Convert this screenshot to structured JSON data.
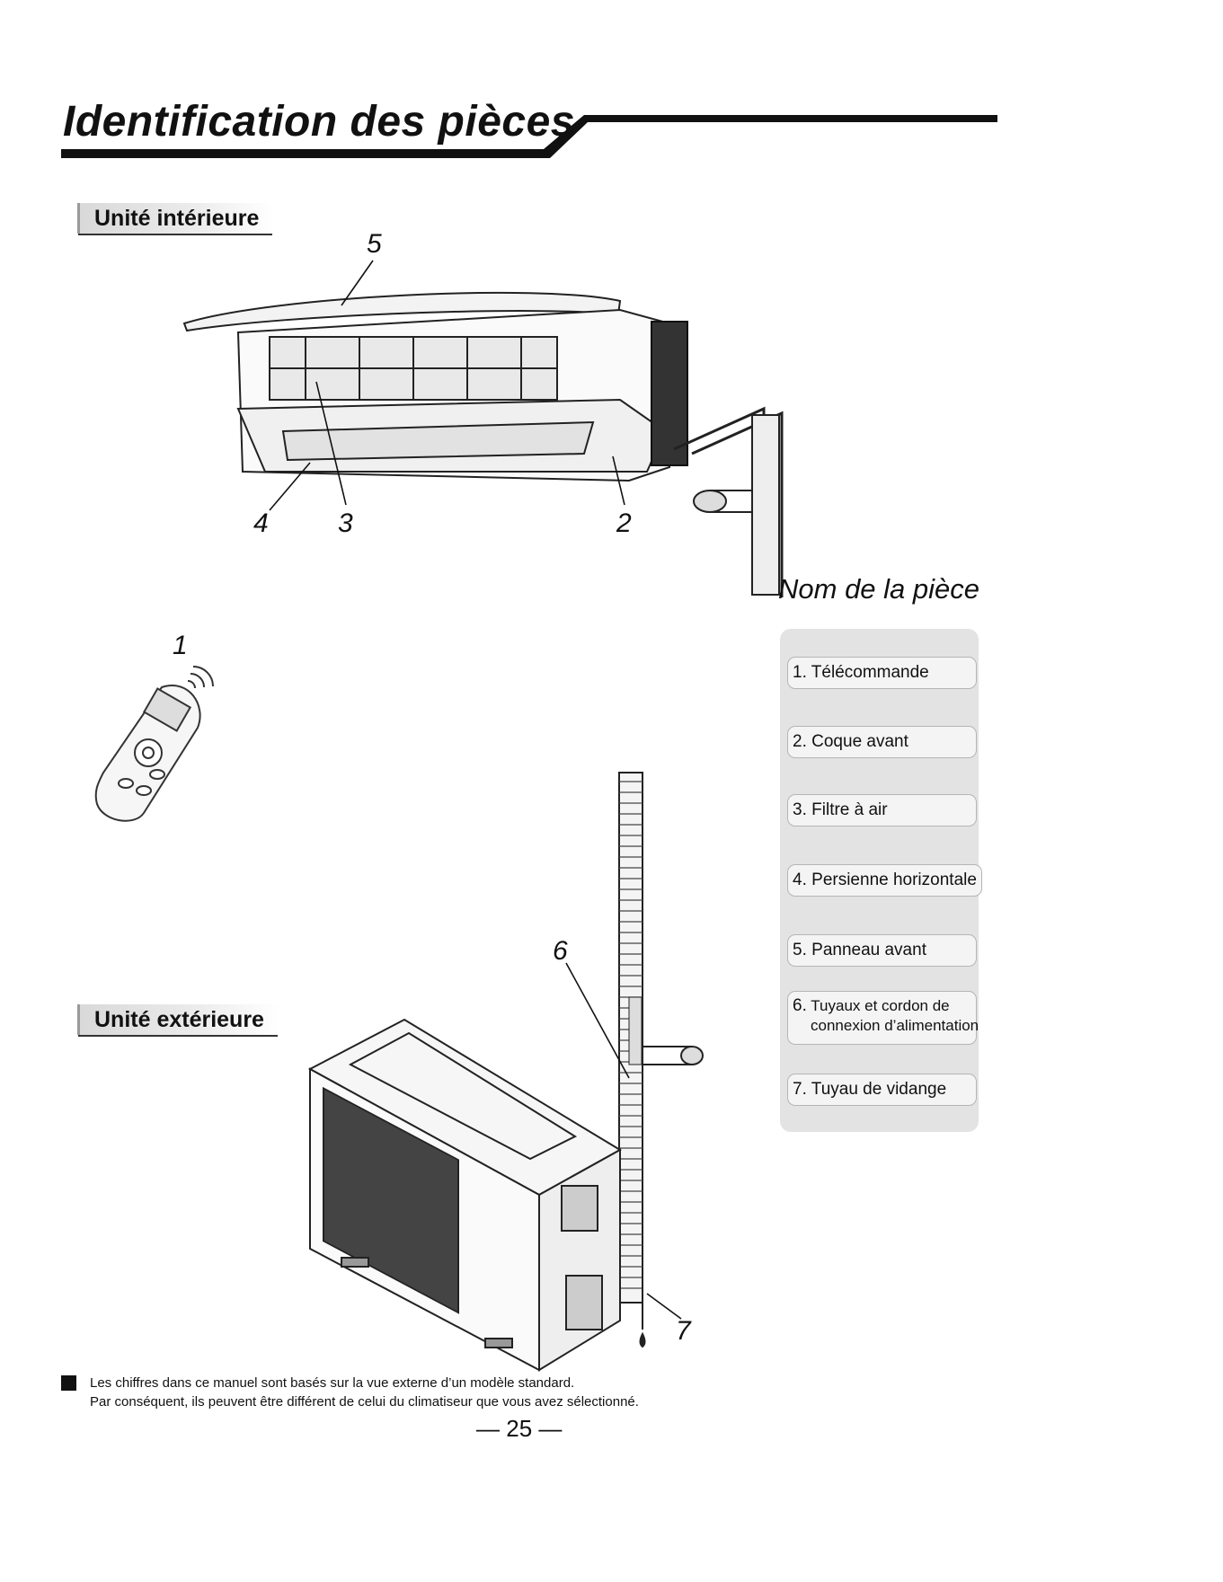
{
  "page_title": "Identification des pièces",
  "indoor_label": "Unité intérieure",
  "outdoor_label": "Unité extérieure",
  "callouts": {
    "c1": "1",
    "c2": "2",
    "c3": "3",
    "c4": "4",
    "c5": "5",
    "c6": "6",
    "c7": "7"
  },
  "parts_list": {
    "title": "Nom de la pièce",
    "items": [
      {
        "num": "1.",
        "label": "Télécommande"
      },
      {
        "num": "2.",
        "label": "Coque avant"
      },
      {
        "num": "3.",
        "label": "Filtre à air"
      },
      {
        "num": "4.",
        "label": "Persienne horizontale"
      },
      {
        "num": "5.",
        "label": "Panneau avant"
      },
      {
        "num": "6.",
        "label": "Tuyaux et cordon de",
        "label2": "connexion d’alimentation"
      },
      {
        "num": "7.",
        "label": "Tuyau de vidange"
      }
    ]
  },
  "note": {
    "line1": "Les chiffres dans ce manuel sont basés sur la vue externe d’un modèle standard.",
    "line2": "Par conséquent, ils peuvent être différent de celui du climatiseur que vous avez sélectionné."
  },
  "page_number": "25"
}
